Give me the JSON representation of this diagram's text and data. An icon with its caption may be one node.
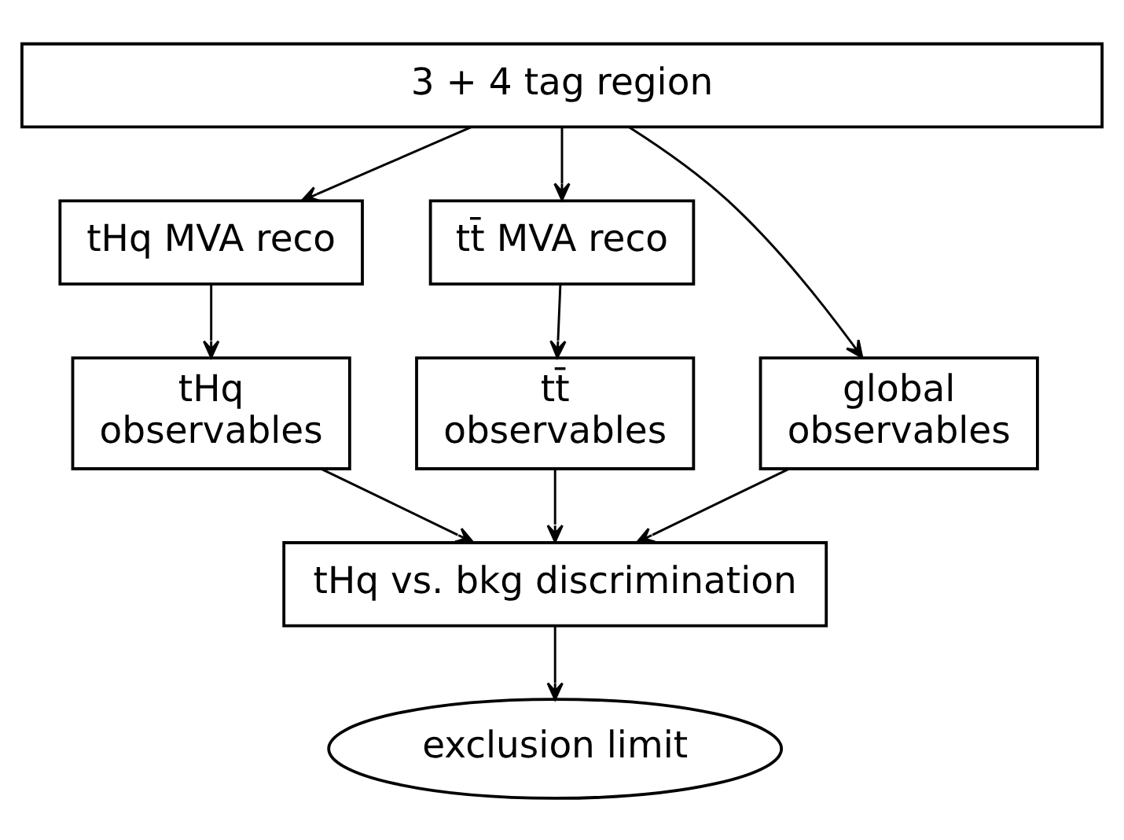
{
  "diagram": {
    "nodes": [
      {
        "text": [
          "3 + 4 tag region"
        ]
      },
      {
        "text": [
          "tHq MVA reco"
        ]
      },
      {
        "text": [
          "tt̄ MVA reco"
        ]
      },
      {
        "text": [
          "tHq observables"
        ]
      },
      {
        "text": [
          "tt̄ observables"
        ]
      },
      {
        "text": [
          "global observables"
        ]
      },
      {
        "text": [
          "tHq vs. bkg discrimination"
        ]
      },
      {
        "text": [
          "exclusion limit"
        ]
      }
    ],
    "edges": [
      {
        "from": 0,
        "to": 1,
        "arrow": "to"
      },
      {
        "from": 0,
        "to": 2,
        "arrow": "to"
      },
      {
        "from": 0,
        "to": 5,
        "arrow": "to"
      },
      {
        "from": 1,
        "to": 3,
        "arrow": "to"
      },
      {
        "from": 2,
        "to": 4,
        "arrow": "to"
      },
      {
        "from": 3,
        "to": 6,
        "arrow": "to"
      },
      {
        "from": 4,
        "to": 6,
        "arrow": "to"
      },
      {
        "from": 5,
        "to": 6,
        "arrow": "to"
      },
      {
        "from": 6,
        "to": 7,
        "arrow": "to"
      }
    ]
  }
}
